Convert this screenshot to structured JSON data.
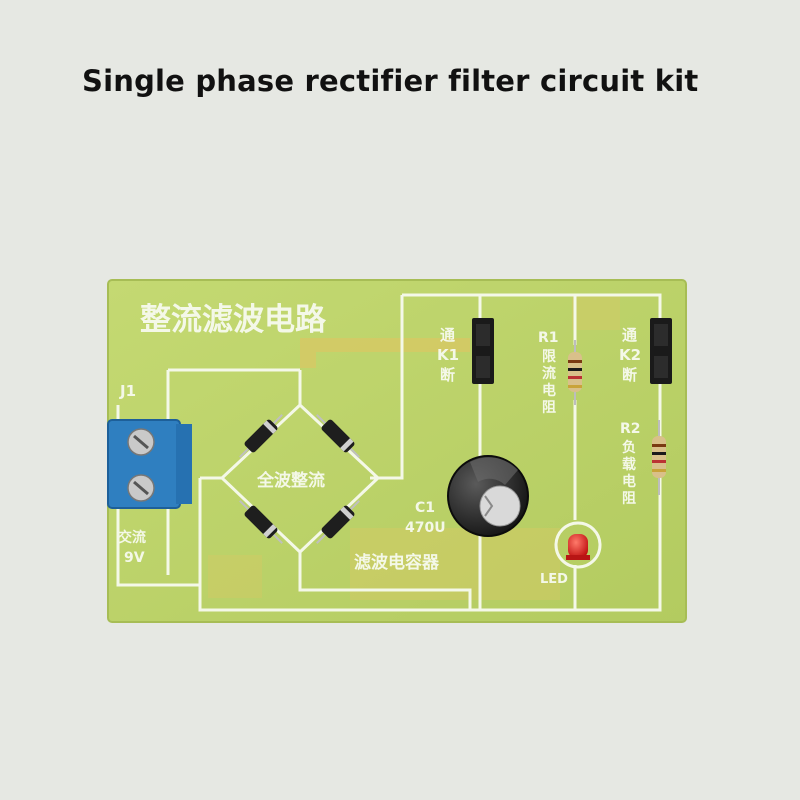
{
  "title": "Single phase rectifier filter circuit kit",
  "board": {
    "heading": "整流滤波电路",
    "connector": {
      "ref": "J1",
      "label_line1": "交流",
      "label_line2": "9V"
    },
    "bridge_label": "全波整流",
    "capacitor": {
      "ref": "C1",
      "value": "470U",
      "label": "滤波电容器"
    },
    "switch1": {
      "top": "通",
      "ref": "K1",
      "bottom": "断"
    },
    "switch2": {
      "top": "通",
      "ref": "K2",
      "bottom": "断"
    },
    "resistor1": {
      "ref": "R1",
      "label_chars": [
        "限",
        "流",
        "电",
        "阻"
      ]
    },
    "resistor2": {
      "ref": "R2",
      "label_chars": [
        "负",
        "载",
        "电",
        "阻"
      ]
    },
    "led_label": "LED"
  },
  "colors": {
    "background": "#e6e8e3",
    "pcb": "#bcd36a",
    "copper": "#d8c865",
    "silkscreen": "#f4f8e8",
    "terminal_block": "#2f7fc0",
    "led": "#e02020"
  }
}
